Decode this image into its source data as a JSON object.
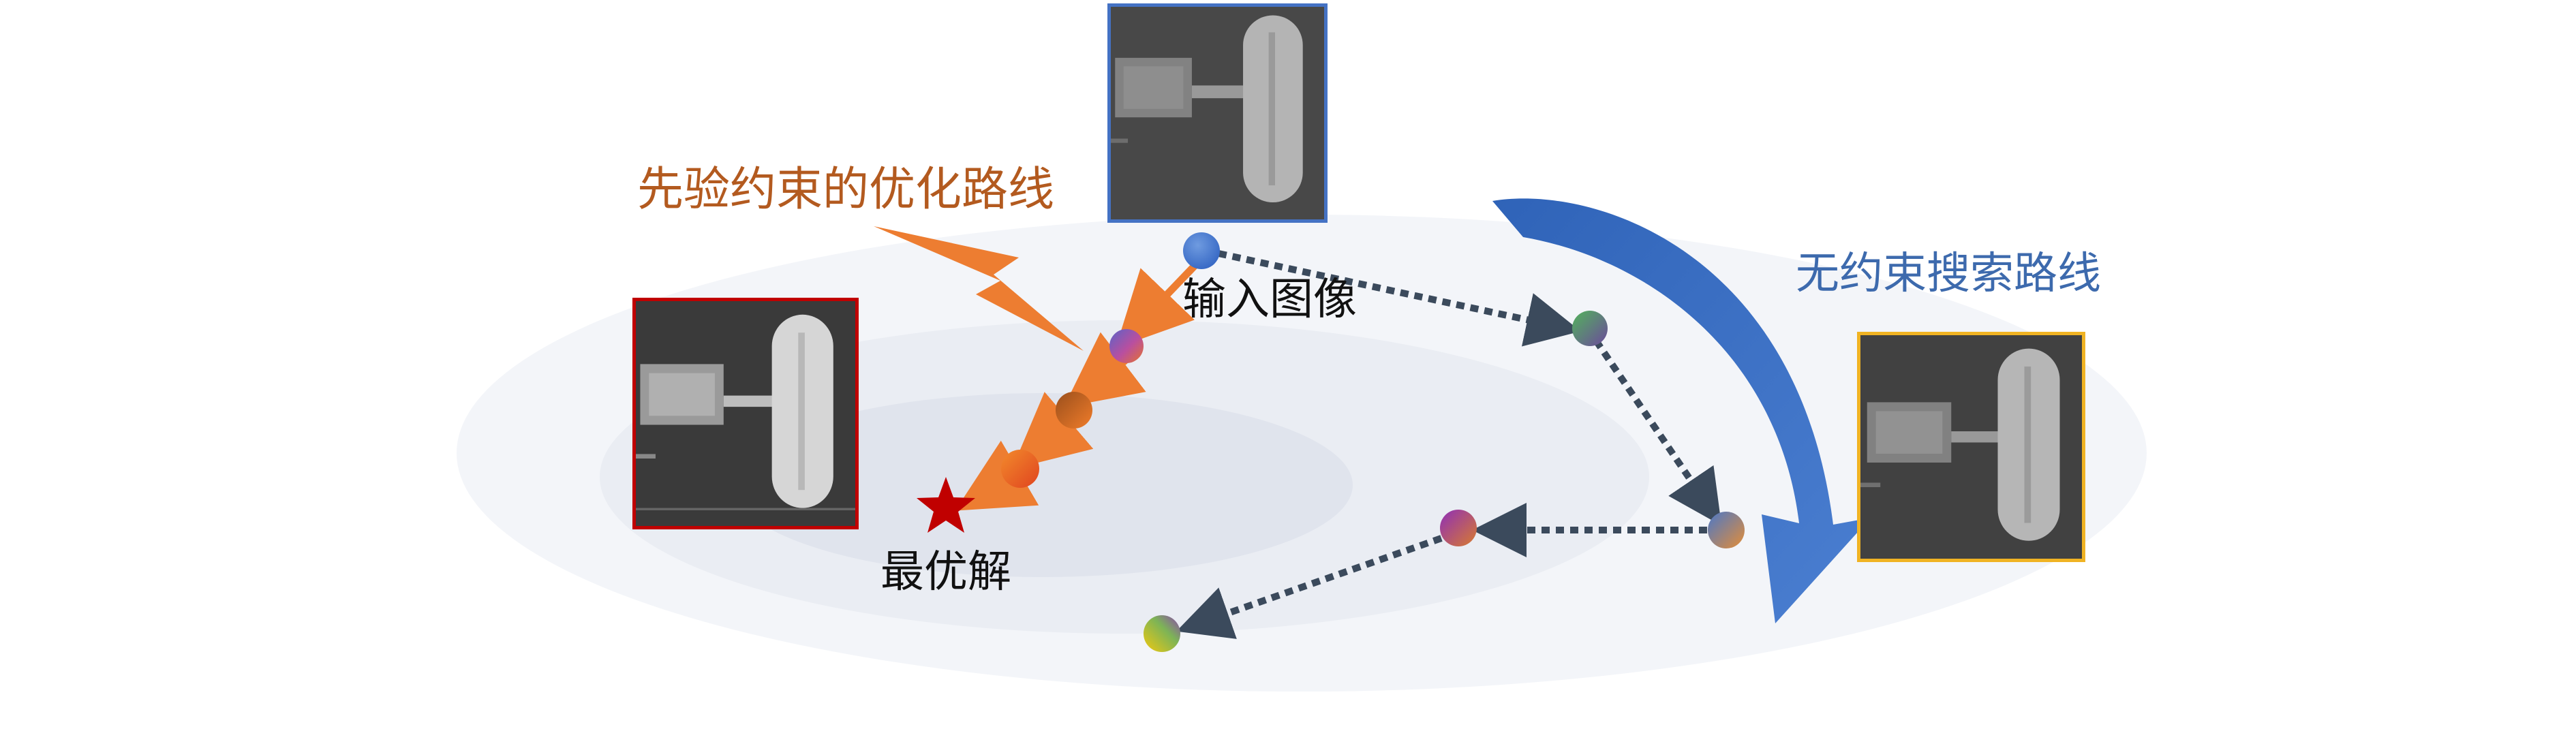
{
  "labels": {
    "prior_path": "先验约束的优化路线",
    "free_path": "无约束搜索路线",
    "input_image": "输入图像",
    "optimum": "最优解"
  },
  "images": {
    "input": {
      "content": "noisy grayscale rotor image",
      "frame_color": "#4472c4"
    },
    "optimum": {
      "content": "clean grayscale rotor image",
      "frame_color": "#c00000"
    },
    "unconstrained": {
      "content": "noisy grayscale rotor image",
      "frame_color": "#f0b323"
    }
  },
  "colors": {
    "prior_text": "#b35a1f",
    "free_text": "#3d6aad",
    "prior_arrow": "#ed7d31",
    "dotted_arrow": "#3b4a5c",
    "big_arrow": "#4472c4",
    "star": "#c00000",
    "ellipse_outer": "#f3f5f9",
    "ellipse_mid": "#eaedf3",
    "ellipse_inner": "#e0e4ed"
  },
  "icons": {
    "lightning": "lightning-bolt-icon",
    "star": "star-icon"
  }
}
